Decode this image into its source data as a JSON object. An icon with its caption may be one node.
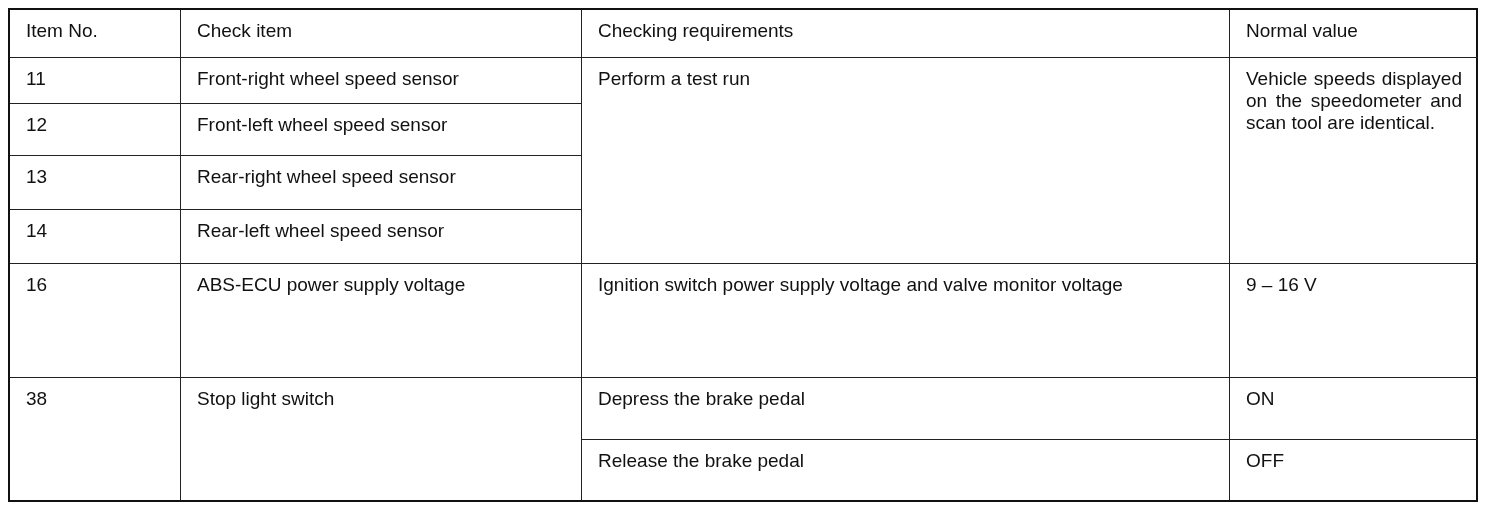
{
  "diagram": {
    "labels": [
      "Item No.",
      "Check item",
      "Checking requirements",
      "Normal value",
      "11",
      "Front-right wheel speed sensor",
      "Perform a test run",
      "Vehicle speeds displayed on the speedometer and scan tool are identical.",
      "12",
      "Front-left wheel speed sensor",
      "13",
      "Rear-right wheel speed sensor",
      "14",
      "Rear-left wheel speed sensor",
      "16",
      "ABS-ECU power supply voltage",
      "Ignition switch power supply voltage and valve monitor voltage",
      "9 – 16 V",
      "38",
      "Stop light switch",
      "Depress the brake pedal",
      "ON",
      "Release the brake pedal",
      "OFF"
    ]
  }
}
